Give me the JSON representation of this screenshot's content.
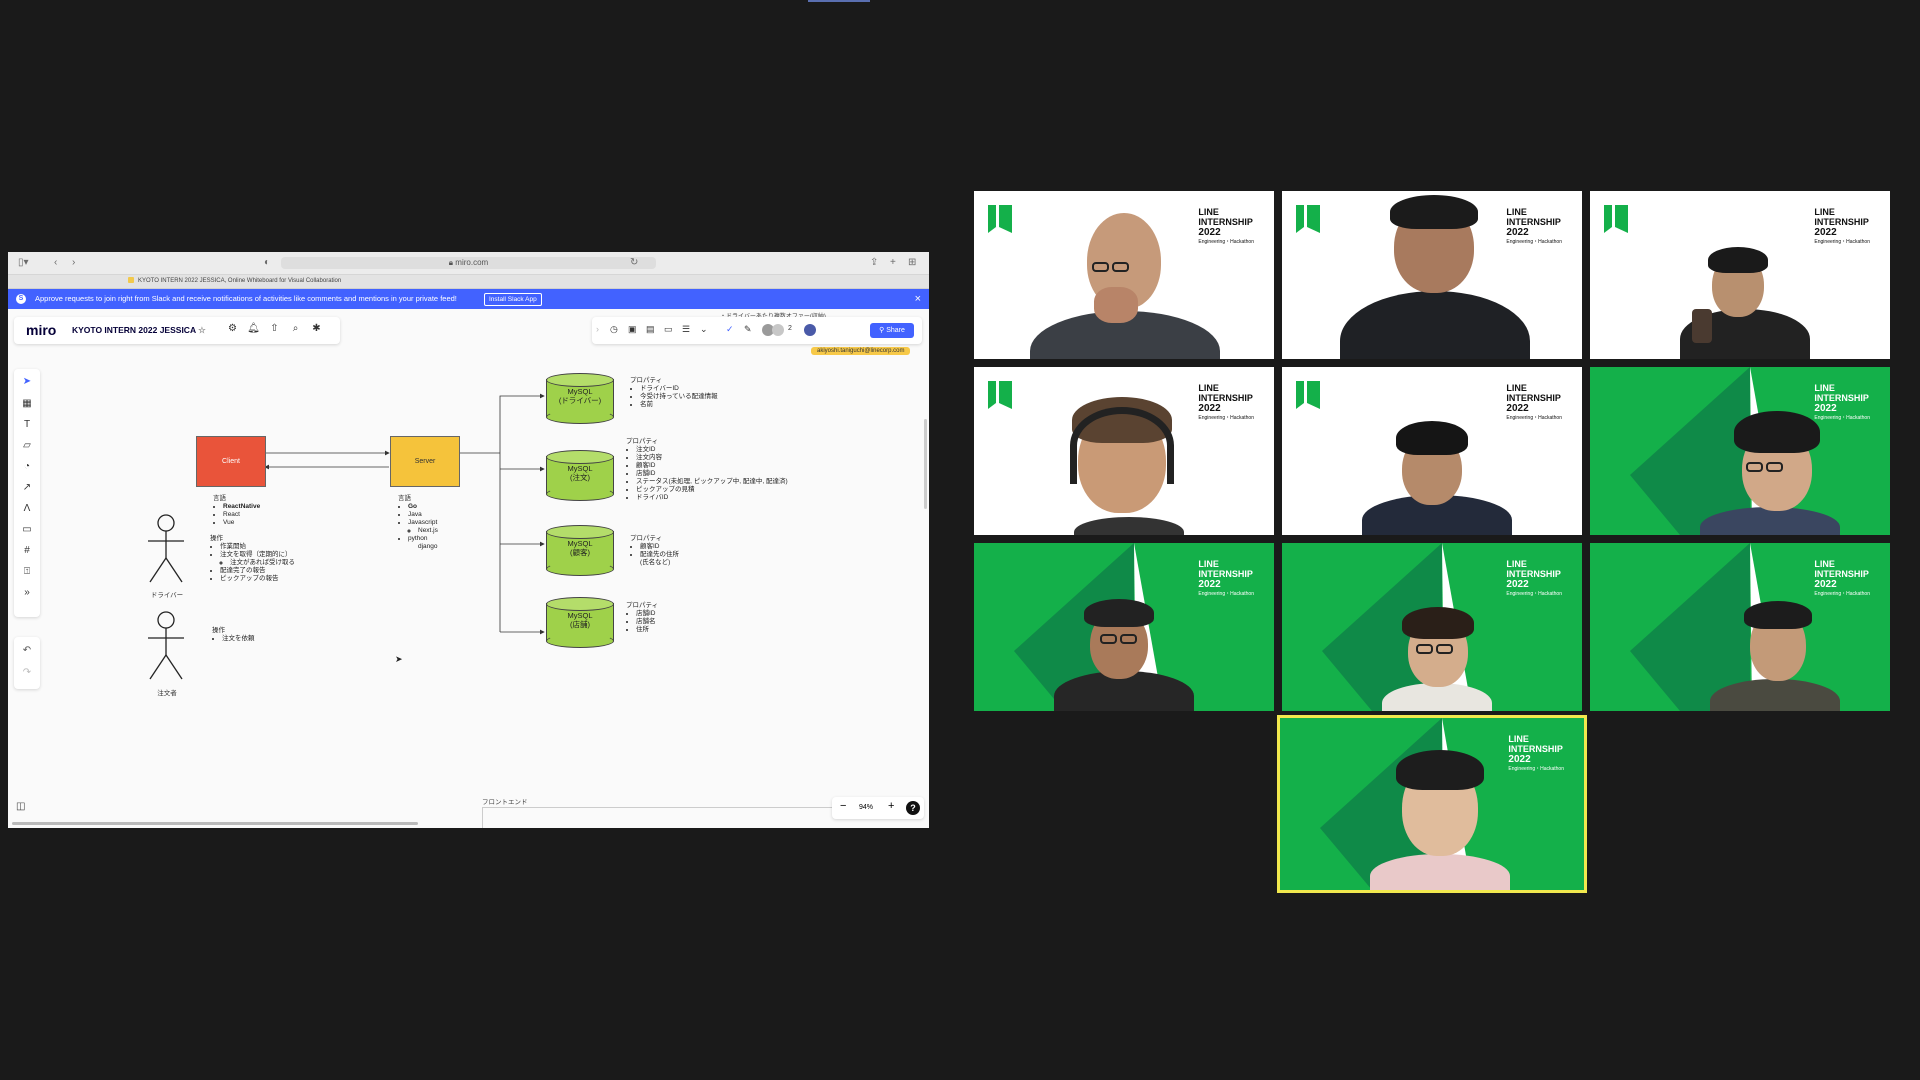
{
  "browser": {
    "url": "miro.com",
    "tab_title": "KYOTO INTERN 2022 JESSICA, Online Whiteboard for Visual Collaboration"
  },
  "slack_banner": {
    "text": "Approve requests to join right from Slack and receive notifications of activities like comments and mentions in your private feed!",
    "button": "Install Slack App",
    "close": "×"
  },
  "miro": {
    "logo": "miro",
    "board_name": "KYOTO INTERN 2022 JESSICA",
    "share_label": "Share",
    "participant_count": "2",
    "yellow_tag": "akiyoshi.taniguchi@linecorp.com",
    "top_partial_text": "・ドライバーあたり複数オファー(収納)",
    "zoom_level": "94%",
    "frontend_label": "フロントエンド"
  },
  "diagram": {
    "client_label": "Client",
    "server_label": "Server",
    "client_lang": {
      "title": "言語",
      "items": [
        "ReactNative",
        "React",
        "Vue"
      ]
    },
    "server_lang": {
      "title": "言語",
      "items": [
        "Go",
        "Java",
        "Javascript"
      ],
      "sub_js": "Next.js",
      "python": "python",
      "sub_py": "django"
    },
    "dbs": [
      {
        "line1": "MySQL",
        "line2": "(ドライバー)",
        "props_title": "プロパティ",
        "props": [
          "ドライバーID",
          "今受け持っている配達情報",
          "名前"
        ]
      },
      {
        "line1": "MySQL",
        "line2": "(注文)",
        "props_title": "プロパティ",
        "props": [
          "注文ID",
          "注文内容",
          "顧客ID",
          "店舗ID",
          "ステータス(未処理, ピックアップ中, 配達中, 配達済)",
          "ピックアップの見積",
          "ドライバID"
        ]
      },
      {
        "line1": "MySQL",
        "line2": "(顧客)",
        "props_title": "プロパティ",
        "props": [
          "顧客ID",
          "配達先の住所",
          "(氏名など)"
        ]
      },
      {
        "line1": "MySQL",
        "line2": "(店舗)",
        "props_title": "プロパティ",
        "props": [
          "店舗ID",
          "店舗名",
          "住所"
        ]
      }
    ],
    "driver": {
      "label": "ドライバー",
      "ops_title": "操作",
      "ops": [
        "作業開始",
        "注文を取得（定期的に）",
        "配達完了の報告",
        "ピックアップの報告"
      ],
      "sub_op": "注文があれば受け取る"
    },
    "orderer": {
      "label": "注文者",
      "ops_title": "操作",
      "ops": [
        "注文を依頼"
      ]
    }
  },
  "brand": {
    "line1": "LINE",
    "line2": "INTERNSHIP",
    "line3": "2022",
    "line4": "Engineering・Hackathon"
  },
  "colors": {
    "line_green": "#14b04a",
    "miro_blue": "#4262ff",
    "active_speaker": "#f2e94e"
  }
}
